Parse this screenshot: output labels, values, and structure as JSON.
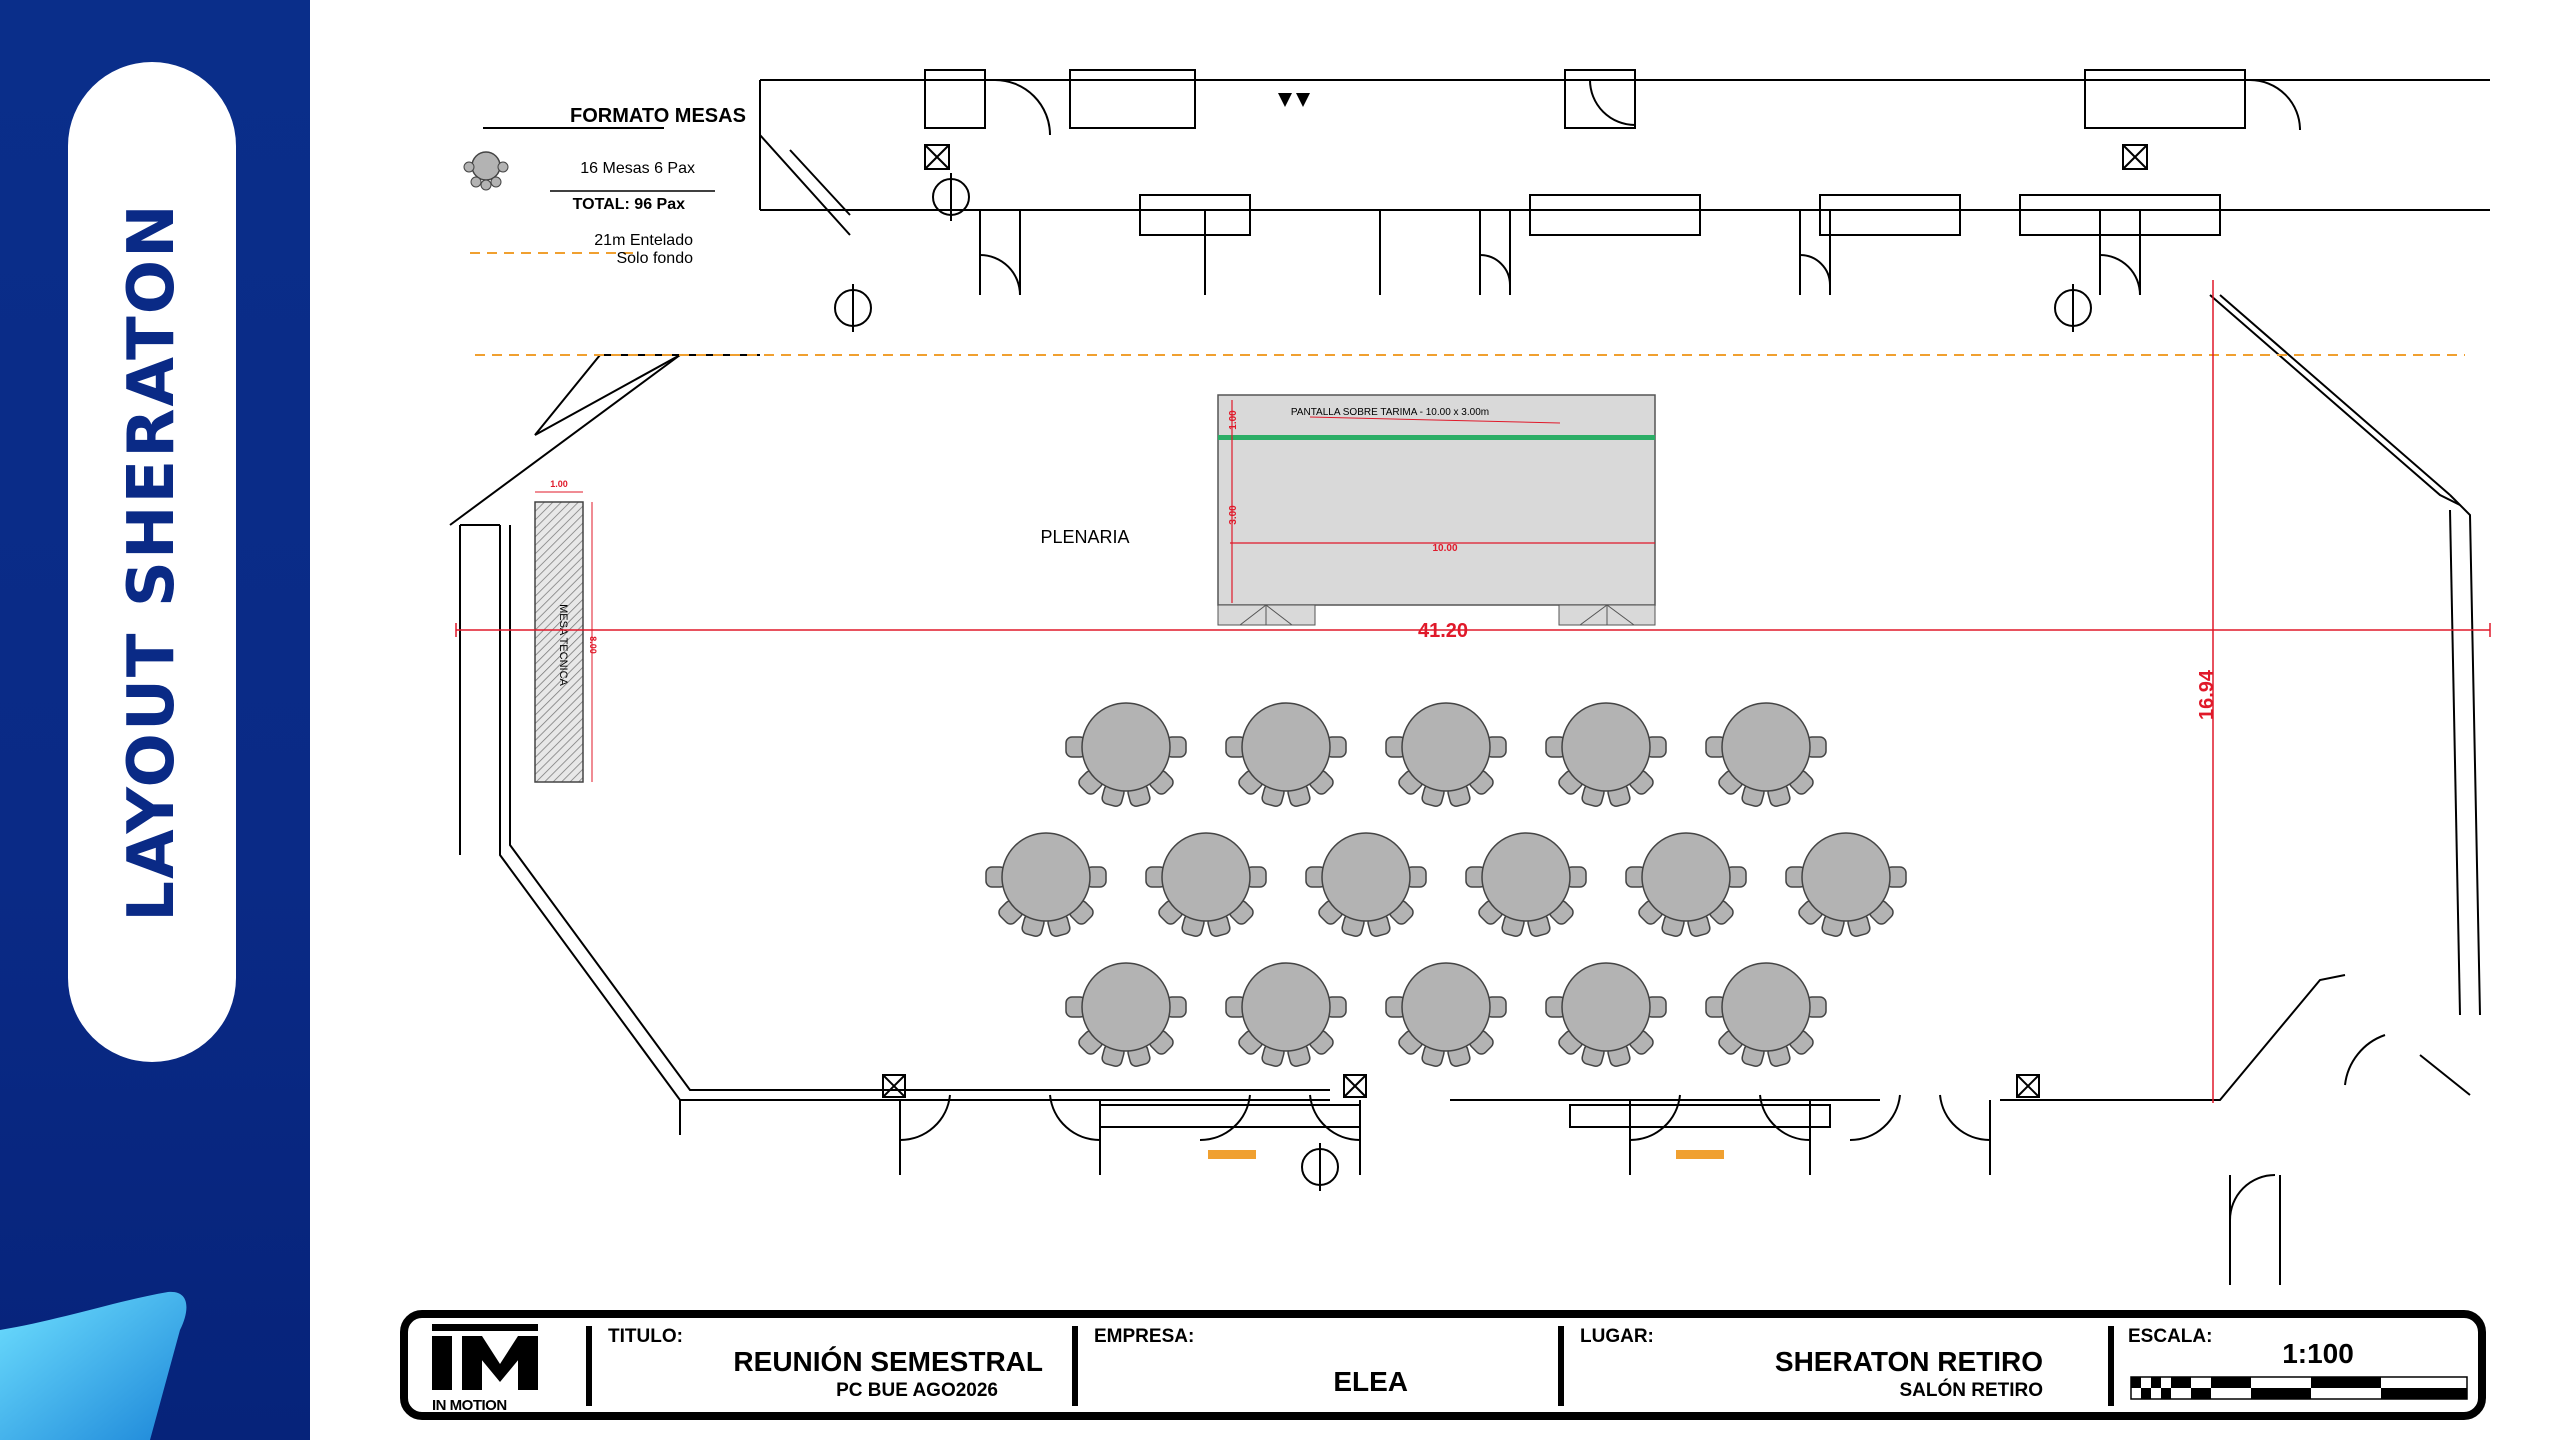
{
  "sidebar": {
    "title": "LAYOUT SHERATON"
  },
  "legend": {
    "heading": "FORMATO MESAS",
    "tables_line": "16 Mesas 6 Pax",
    "total_line": "TOTAL: 96 Pax",
    "drape_line1": "21m Entelado",
    "drape_line2": "Solo fondo"
  },
  "plan": {
    "room_label": "PLENARIA",
    "screen_label": "PANTALLA SOBRE TARIMA - 10.00 x 3.00m",
    "stage_h1": "1.00",
    "stage_h2": "3.00",
    "stage_width": "10.00",
    "tech_width": "1.00",
    "tech_length": "8.00",
    "tech_label": "MESA TECNICA",
    "room_length": "41.20",
    "room_depth": "16.94",
    "table_rows": [
      5,
      6,
      5
    ],
    "seats_per_table": 6
  },
  "title_block": {
    "logo_text": "IN MOTION",
    "titulo_label": "TITULO:",
    "titulo_value": "REUNIÓN SEMESTRAL",
    "titulo_sub": "PC BUE AGO2026",
    "empresa_label": "EMPRESA:",
    "empresa_value": "ELEA",
    "lugar_label": "LUGAR:",
    "lugar_value": "SHERATON RETIRO",
    "lugar_sub": "SALÓN RETIRO",
    "escala_label": "ESCALA:",
    "escala_value": "1:100"
  },
  "colors": {
    "brand_blue": "#0a2a86",
    "dimension_red": "#e0192a",
    "table_grey": "#b3b3b3",
    "drape_orange": "#f0a030",
    "screen_green": "#2bae66"
  }
}
